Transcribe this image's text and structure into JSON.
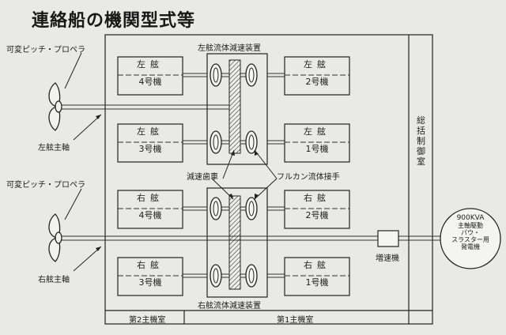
{
  "title": "連絡船の機関型式等",
  "propeller_label_top": "可変ピッチ・プロペラ",
  "propeller_label_bottom": "可変ピッチ・プロペラ",
  "port_shaft": "左舷主軸",
  "stbd_shaft": "右舷主軸",
  "port_gear_label": "左舷流体減速装置",
  "stbd_gear_label": "右舷流体減速装置",
  "reduction_gear": "減速歯車",
  "fulcan_coupling": "フルカン流体接手",
  "control_room": "総括制御室",
  "speed_increaser": "増速機",
  "generator": {
    "line1": "900KVA",
    "line2": "主軸駆動",
    "line3": "パウ・",
    "line4": "スラスター用",
    "line5": "発電機"
  },
  "room_2": "第2主機室",
  "room_1": "第1主機室",
  "engines": {
    "p4": {
      "side": "左舷",
      "num": "4号機"
    },
    "p2": {
      "side": "左舷",
      "num": "2号機"
    },
    "p3": {
      "side": "左舷",
      "num": "3号機"
    },
    "p1": {
      "side": "左舷",
      "num": "1号機"
    },
    "s4": {
      "side": "右舷",
      "num": "4号機"
    },
    "s2": {
      "side": "右舷",
      "num": "2号機"
    },
    "s3": {
      "side": "右舷",
      "num": "3号機"
    },
    "s1": {
      "side": "右舷",
      "num": "1号機"
    }
  }
}
